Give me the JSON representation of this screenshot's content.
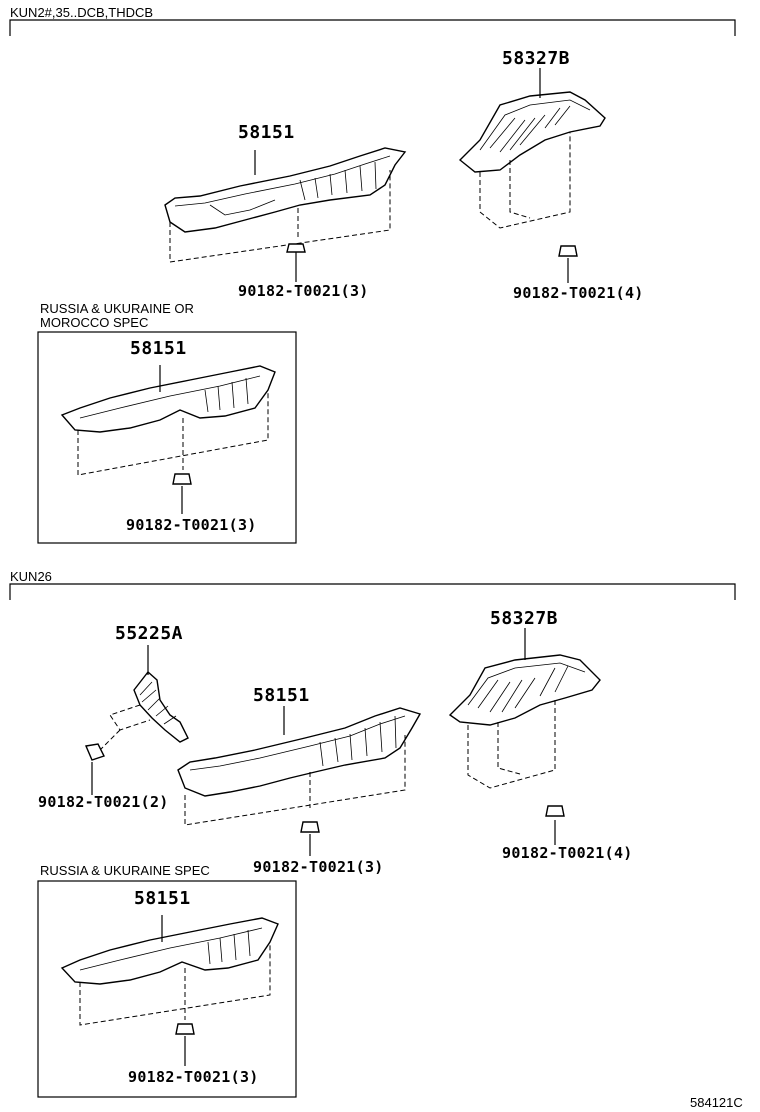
{
  "sections": [
    {
      "header": "KUN2#,35..DCB,THDCB",
      "main_group": {
        "cover_part": "58151",
        "cover_clip": "90182-T0021(3)",
        "bracket_part": "58327B",
        "bracket_clip": "90182-T0021(4)"
      },
      "spec_box": {
        "title_line1": "RUSSIA & UKURAINE OR",
        "title_line2": "MOROCCO SPEC",
        "part": "58151",
        "clip": "90182-T0021(3)"
      }
    },
    {
      "header": "KUN26",
      "main_group": {
        "guard_part": "55225A",
        "guard_clip": "90182-T0021(2)",
        "cover_part": "58151",
        "cover_clip": "90182-T0021(3)",
        "bracket_part": "58327B",
        "bracket_clip": "90182-T0021(4)"
      },
      "spec_box": {
        "title_line1": "RUSSIA & UKURAINE SPEC",
        "part": "58151",
        "clip": "90182-T0021(3)"
      }
    }
  ],
  "diagram_code": "584121C"
}
